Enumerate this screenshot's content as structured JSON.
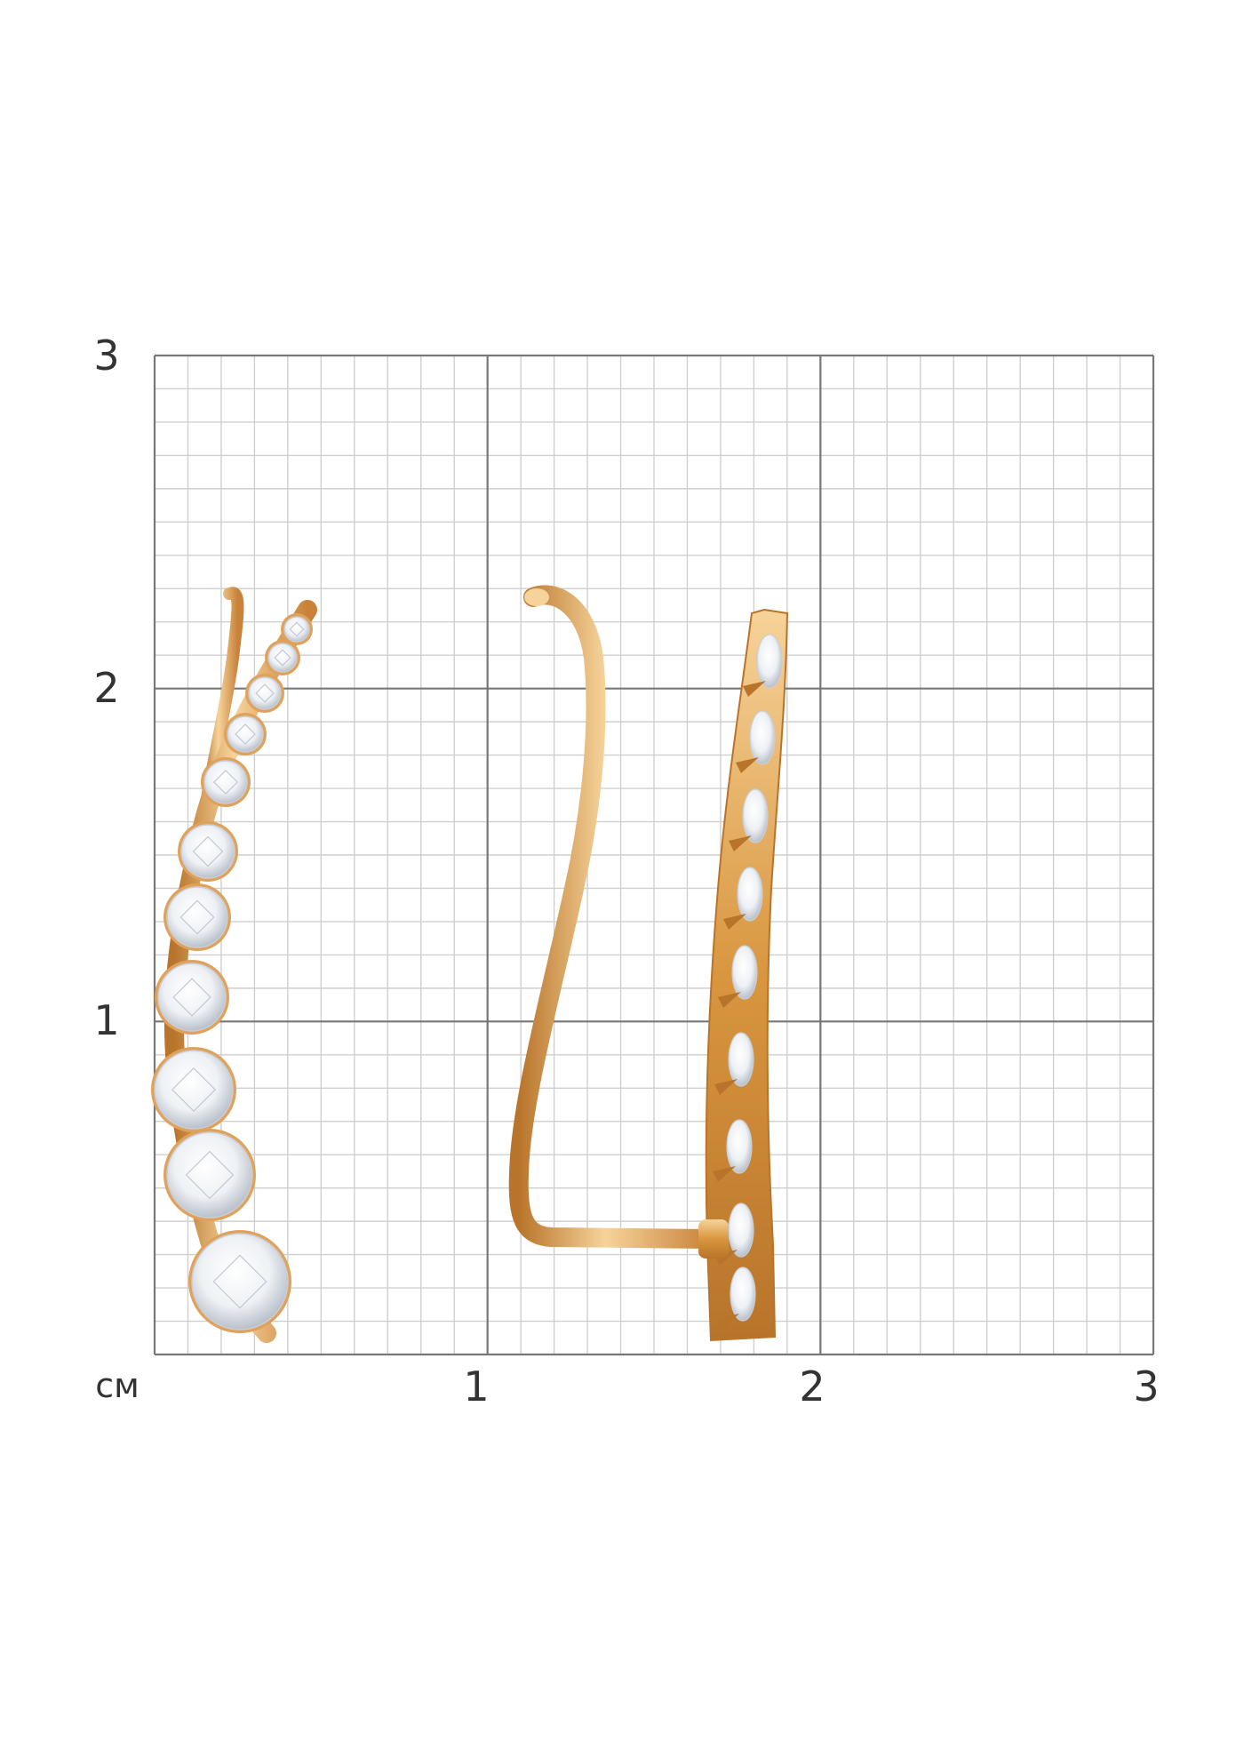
{
  "scale": {
    "unit": "см",
    "x_ticks": [
      "1",
      "2",
      "3"
    ],
    "y_ticks": [
      "1",
      "2",
      "3"
    ],
    "range_cm": [
      0,
      3
    ],
    "minor_divisions_per_cm": 10
  },
  "colors": {
    "background": "#ffffff",
    "grid_minor": "#cfcfcf",
    "grid_major": "#777777",
    "gold_dark": "#b8742a",
    "gold_mid": "#e0a25a",
    "gold_light": "#f6d39a",
    "stone_light": "#ffffff",
    "stone_shade": "#c9ced6"
  }
}
